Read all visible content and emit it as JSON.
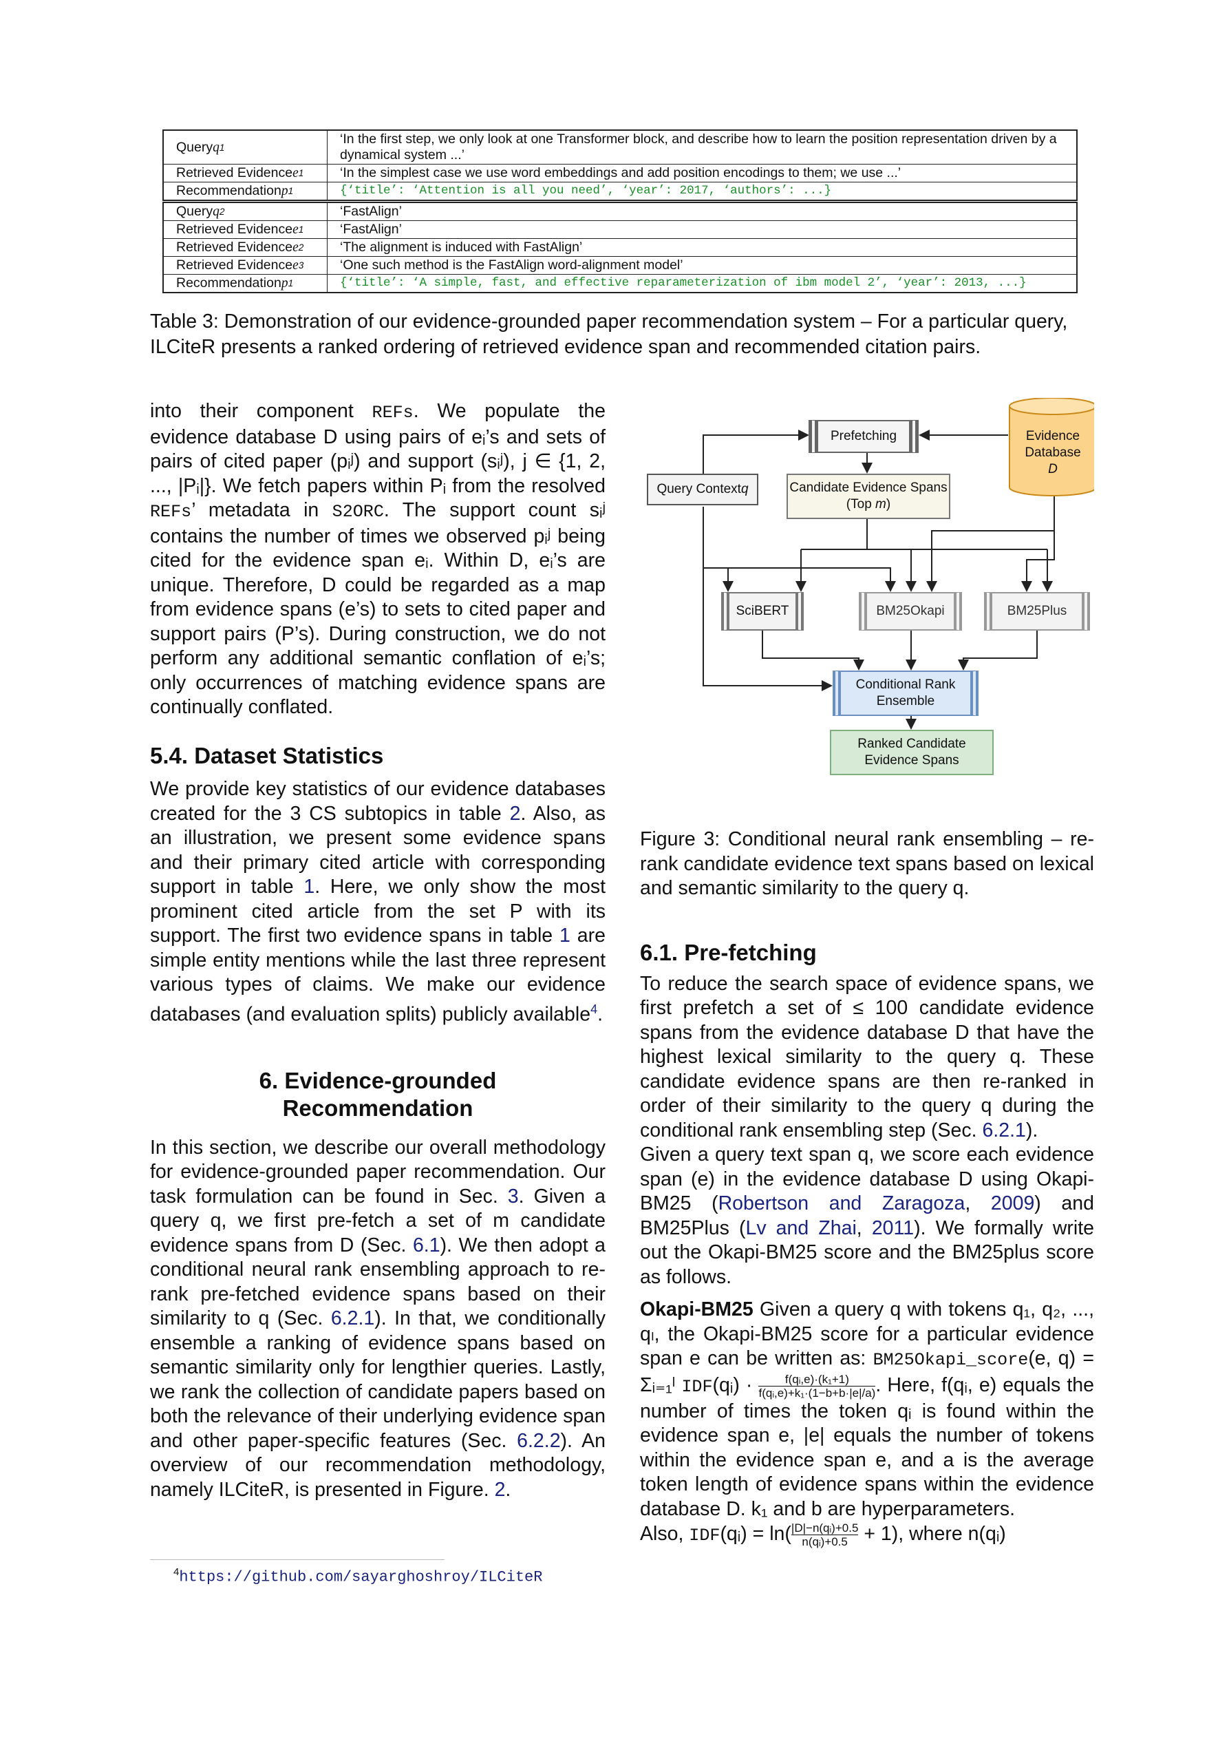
{
  "table": {
    "group1": [
      {
        "label_pre": "Query ",
        "label_var": "q",
        "label_sub": "1",
        "text": "‘In the first step, we only look at one Transformer block, and describe how to learn the position representation driven by a dynamical system ...’"
      },
      {
        "label_pre": "Retrieved Evidence ",
        "label_var": "e",
        "label_sub": "1",
        "text": "‘In the simplest case we use word embeddings and add position encodings to them; we use ...’"
      },
      {
        "label_pre": "Recommendation ",
        "label_var": "p",
        "label_sub": "1",
        "code": "{‘title’: ‘Attention is all you need’, ‘year’: 2017, ‘authors’: ...}"
      }
    ],
    "group2": [
      {
        "label_pre": "Query ",
        "label_var": "q",
        "label_sub": "2",
        "text": "‘FastAlign’"
      },
      {
        "label_pre": "Retrieved Evidence ",
        "label_var": "e",
        "label_sub": "1",
        "text": "‘FastAlign’"
      },
      {
        "label_pre": "Retrieved Evidence ",
        "label_var": "e",
        "label_sub": "2",
        "text": "‘The alignment is induced with FastAlign’"
      },
      {
        "label_pre": "Retrieved Evidence ",
        "label_var": "e",
        "label_sub": "3",
        "text": "‘One such method is the FastAlign word-alignment model’"
      },
      {
        "label_pre": "Recommendation ",
        "label_var": "p",
        "label_sub": "1",
        "code": "{‘title’: ‘A simple, fast, and effective reparameterization of ibm model 2’, ‘year’: 2013, ...}"
      }
    ],
    "caption": "Table 3: Demonstration of our evidence-grounded paper recommendation system – For a particular query, ILCiteR presents a ranked ordering of retrieved evidence span and recommended citation pairs."
  },
  "left": {
    "p1_a": "into their component ",
    "refs": "REFs",
    "p1_b": ". We populate the evidence database D using pairs of eᵢ’s and sets of pairs of cited paper (pᵢʲ) and support (sᵢʲ), j ∈ {1, 2, ..., |Pᵢ|}. We fetch papers within Pᵢ from the resolved ",
    "p1_c": "’ metadata in ",
    "s2orc": "S2ORC",
    "p1_d": ". The support count sᵢʲ contains the number of times we observed pᵢʲ being cited for the evidence span eᵢ. Within D, eᵢ’s are unique. Therefore, D could be regarded as a map from evidence spans (e’s) to sets to cited paper and support pairs (P’s). During construction, we do not perform any additional semantic conflation of eᵢ’s; only occurrences of matching evidence spans are continually conflated.",
    "h_54": "5.4.   Dataset Statistics",
    "p2_a": "We provide key statistics of our evidence databases created for the 3 CS subtopics in table ",
    "ref_t2": "2",
    "p2_b": ". Also, as an illustration, we present some evidence spans and their primary cited article with corresponding support in table ",
    "ref_t1": "1",
    "p2_c": ". Here, we only show the most prominent cited article from the set P with its support. The first two evidence spans in table ",
    "ref_t1b": "1",
    "p2_d": " are simple entity mentions while the last three represent various types of claims. We make our evidence databases (and evaluation splits) publicly available",
    "fn_mark": "4",
    "p2_e": ".",
    "h_6_line1": "6.   Evidence-grounded",
    "h_6_line2": "Recommendation",
    "p3_a": "In this section, we describe our overall methodology for evidence-grounded paper recommendation. Our task formulation can be found in Sec. ",
    "ref_s3": "3",
    "p3_b": ". Given a query q, we first pre-fetch a set of m candidate evidence spans from D (Sec. ",
    "ref_s61": "6.1",
    "p3_c": "). We then adopt a conditional neural rank ensembling approach to re-rank pre-fetched evidence spans based on their similarity to q (Sec. ",
    "ref_s621": "6.2.1",
    "p3_d": "). In that, we conditionally ensemble a ranking of evidence spans based on semantic similarity only for lengthier queries. Lastly, we rank the collection of candidate papers based on both the relevance of their underlying evidence span and other paper-specific features (Sec. ",
    "ref_s622": "6.2.2",
    "p3_e": "). An overview of our recommendation methodology, namely ILCiteR, is presented in Figure. ",
    "ref_f2": "2",
    "p3_f": ".",
    "footnote_num": "4",
    "footnote_url": "https://github.com/sayarghoshroy/ILCiteR"
  },
  "diagram": {
    "evidence_db_1": "Evidence",
    "evidence_db_2": "Database",
    "evidence_db_3": "D",
    "prefetching": "Prefetching",
    "query_context": "Query Context ",
    "query_var": "q",
    "candidate_1": "Candidate Evidence Spans",
    "candidate_2a": "(Top ",
    "candidate_2b": "m",
    "candidate_2c": ")",
    "scibert": "SciBERT",
    "bm25okapi": "BM25Okapi",
    "bm25plus": "BM25Plus",
    "ensemble_1": "Conditional Rank",
    "ensemble_2": "Ensemble",
    "ranked_1": "Ranked Candidate",
    "ranked_2": "Evidence Spans"
  },
  "right": {
    "fig_caption": "Figure 3: Conditional neural rank ensembling – re-rank candidate evidence text spans based on lexical and semantic similarity to the query q.",
    "h_61": "6.1.   Pre-fetching",
    "p1_a": "To reduce the search space of evidence spans, we first prefetch a set of ≤ 100 candidate evidence spans from the evidence database D that have the highest lexical similarity to the query q. These candidate evidence spans are then re-ranked in order of their similarity to the query q during the conditional rank ensembling step (Sec. ",
    "ref_s621": "6.2.1",
    "p1_b": ").",
    "p2_a": "Given a query text span q, we score each evidence span (e) in the evidence database D using Okapi-BM25 (",
    "cite1": "Robertson and Zaragoza",
    "cite1_sep": ", ",
    "cite1_year": "2009",
    "p2_b": ") and BM25Plus (",
    "cite2": "Lv and Zhai",
    "cite2_sep": ", ",
    "cite2_year": "2011",
    "p2_c": "). We formally write out the Okapi-BM25 score and the BM25plus score as follows.",
    "okapi_bold": "Okapi-BM25",
    "p3_a": "  Given a query q with tokens q₁, q₂, ..., qₗ, the Okapi-BM25 score for a particular evidence span e can be written as: ",
    "fn_name": "BM25Okapi_score",
    "p3_eq": "(e, q) = Σᵢ₌₁ˡ ",
    "idf": "IDF",
    "p3_eq2": "(qᵢ) · ",
    "frac_num": "f(qᵢ,e)·(k₁+1)",
    "frac_den": "f(qᵢ,e)+k₁·(1−b+b·|e|/a)",
    "p3_b": ". Here, f(qᵢ, e) equals the number of times the token qᵢ is found within the evidence span e, |e| equals the number of tokens within the evidence span e, and a is the average token length of evidence spans within the evidence database D. k₁ and b are hyperparameters.",
    "p4_a": "Also, ",
    "idf2": "IDF",
    "p4_b": "(qᵢ) = ln(",
    "frac2_num": "|D|−n(qᵢ)+0.5",
    "frac2_den": "n(qᵢ)+0.5",
    "p4_c": " + 1), where n(qᵢ)"
  }
}
